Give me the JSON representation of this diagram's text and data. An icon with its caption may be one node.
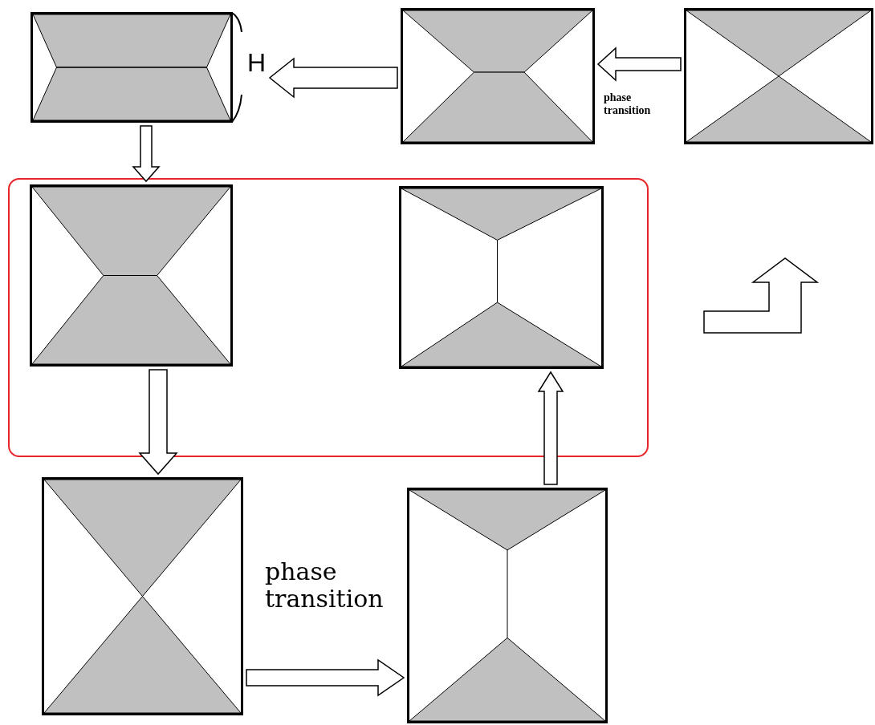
{
  "diagram": {
    "nodes": [
      {
        "text": [],
        "shape": "picture",
        "beside": [
          "H"
        ]
      },
      {
        "text": [],
        "shape": "picture"
      },
      {
        "text": [],
        "shape": "picture"
      },
      {
        "text": [],
        "shape": "box"
      },
      {
        "text": [],
        "shape": "picture",
        "in": 3
      },
      {
        "text": [],
        "shape": "picture",
        "in": 3
      },
      {
        "text": [],
        "shape": "picture"
      },
      {
        "text": [],
        "shape": "picture"
      }
    ],
    "edges": [
      {
        "from": 2,
        "to": 1,
        "arrow": "to",
        "label": "phase transition"
      },
      {
        "from": 1,
        "to": 0,
        "arrow": "to"
      },
      {
        "from": 0,
        "to": 4,
        "arrow": "to"
      },
      {
        "from": 4,
        "to": 6,
        "arrow": "to"
      },
      {
        "from": 6,
        "to": 7,
        "arrow": "to",
        "label": "phase transition"
      },
      {
        "from": 7,
        "to": 5,
        "arrow": "to"
      }
    ]
  }
}
